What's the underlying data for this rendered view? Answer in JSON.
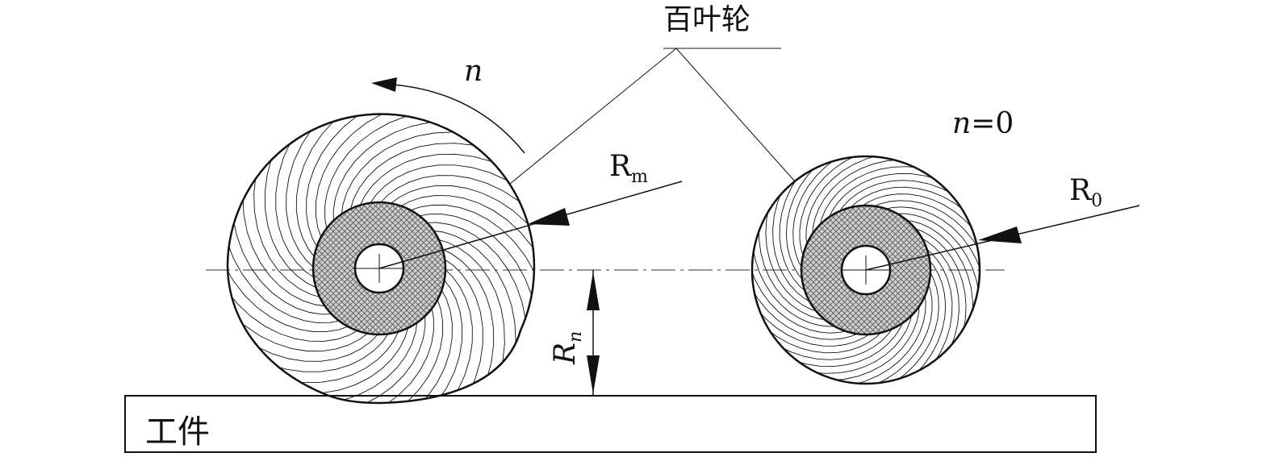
{
  "title_label": "百叶轮",
  "workpiece_label": "工件",
  "rotation_label": "n",
  "stationary": {
    "var": "n",
    "rest": "=0"
  },
  "radius_loaded": {
    "main": "R",
    "sub": "m"
  },
  "radius_free": {
    "main": "R",
    "sub": "0"
  },
  "radius_height": {
    "main": "R",
    "sub": "n"
  },
  "colors": {
    "line": "#111111",
    "hatch": "#bdbdbd",
    "background": "#ffffff"
  },
  "icons": [
    "rotation-arrow-icon",
    "dimension-arrow-icon"
  ]
}
